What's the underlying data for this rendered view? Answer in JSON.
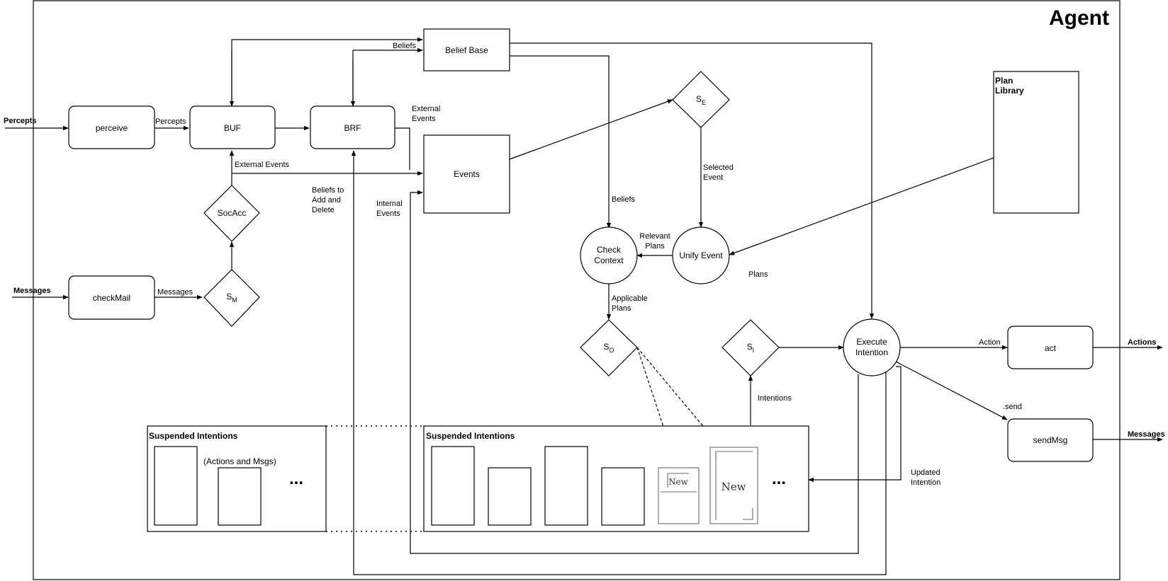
{
  "title": "Agent",
  "nodes": {
    "perceive": "perceive",
    "buf": "BUF",
    "brf": "BRF",
    "belief_base": "Belief Base",
    "events": "Events",
    "socacc": "SocAcc",
    "checkmail": "checkMail",
    "s_m": {
      "base": "S",
      "sub": "M"
    },
    "s_e": {
      "base": "S",
      "sub": "E"
    },
    "s_o": {
      "base": "S",
      "sub": "O"
    },
    "s_i": {
      "base": "S",
      "sub": "I"
    },
    "plan_library": [
      "Plan",
      "Library"
    ],
    "check_context": [
      "Check",
      "Context"
    ],
    "unify_event": "Unify Event",
    "execute_intention": [
      "Execute",
      "Intention"
    ],
    "act": "act",
    "sendmsg": "sendMsg"
  },
  "edge_labels": {
    "percepts_in": "Percepts",
    "percepts_mid": "Percepts",
    "messages_in": "Messages",
    "messages_mid": "Messages",
    "beliefs_top": "Beliefs",
    "external_events_top": [
      "External",
      "Events"
    ],
    "external_events_mid": "External Events",
    "beliefs_to_add": [
      "Beliefs to",
      "Add and",
      "Delete"
    ],
    "internal_events": [
      "Internal",
      "Events"
    ],
    "beliefs_right": "Beliefs",
    "selected_event": [
      "Selected",
      "Event"
    ],
    "relevant_plans": [
      "Relevant",
      "Plans"
    ],
    "plans": "Plans",
    "applicable_plans": [
      "Applicable",
      "Plans"
    ],
    "intentions": "Intentions",
    "updated_intention": [
      "Updated",
      "Intention"
    ],
    "action": "Action",
    "send": ".send",
    "actions_out": "Actions",
    "messages_out": "Messages"
  },
  "suspended_left": {
    "title": "Suspended Intentions",
    "note": "(Actions and Msgs)",
    "ellipsis": "..."
  },
  "suspended_right": {
    "title": "Suspended Intentions",
    "new_small": "New",
    "new_large": "New",
    "ellipsis": "..."
  }
}
